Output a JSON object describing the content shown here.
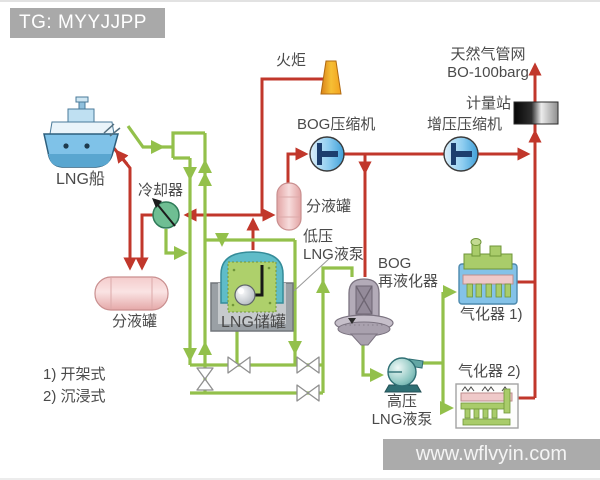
{
  "banner": {
    "text": "TG: MYYJJPP"
  },
  "watermark": {
    "url": "www.wflvyin.com"
  },
  "labels": {
    "flare": "火炬",
    "gas_grid_1": "天然气管网",
    "gas_grid_2": "BO-100barg",
    "metering": "计量站",
    "booster_compressor": "增压压缩机",
    "bog_compressor": "BOG压缩机",
    "ship": "LNG船",
    "cooler": "冷却器",
    "separator_v": "分液罐",
    "lp_pump_1": "低压",
    "lp_pump_2": "LNG液泵",
    "tank": "LNG储罐",
    "separator_h": "分液罐",
    "reliq_1": "BOG",
    "reliq_2": "再液化器",
    "hp_pump_1": "高压",
    "hp_pump_2": "LNG液泵",
    "vaporizer1": "气化器 1)",
    "vaporizer2": "气化器 2)"
  },
  "legend": {
    "item1": "1) 开架式",
    "item2": "2) 沉浸式"
  },
  "colors": {
    "pipe_red": "#c1372b",
    "pipe_green": "#93c04b",
    "banner_bg": "#a9a9a9",
    "watermark_bg": "rgba(150,150,150,0.8)",
    "flare_orange": "#f0a22a",
    "vessel_pink": "#f3cfcf",
    "tank_dome_teal": "#5fbcc8",
    "pump_teal": "#7fc2bd",
    "compressor_blue": "#79c2ea"
  }
}
